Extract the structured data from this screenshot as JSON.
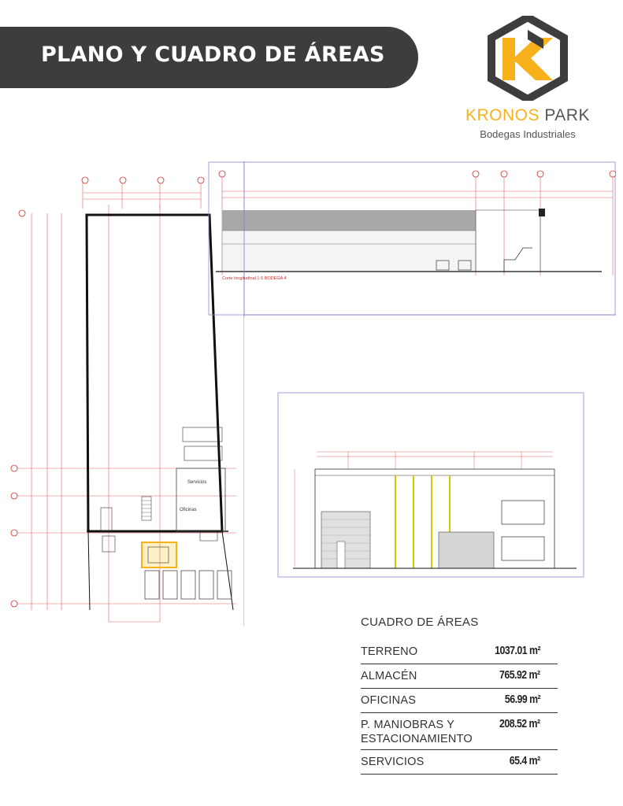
{
  "header": {
    "title": "PLANO Y CUADRO DE ÁREAS"
  },
  "brand": {
    "name_part1": "KRONOS",
    "name_part2": " PARK",
    "tagline": "Bodegas Industriales",
    "accent_color": "#f7b21b",
    "dark_color": "#3d3d3d"
  },
  "drawings": {
    "section_caption": "Corte longitudinal 1-5 BODEGA 4",
    "label_servicios": "Servicios",
    "label_oficinas": "Oficinas"
  },
  "areas": {
    "title": "CUADRO DE ÁREAS",
    "rows": [
      {
        "label": "TERRENO",
        "value": "1037.01 m²"
      },
      {
        "label": "ALMACÉN",
        "value": "765.92 m²"
      },
      {
        "label": "OFICINAS",
        "value": "56.99 m²"
      },
      {
        "label": "P. MANIOBRAS Y ESTACIONAMIENTO",
        "value": "208.52 m²"
      },
      {
        "label": "SERVICIOS",
        "value": "65.4 m²"
      }
    ]
  }
}
